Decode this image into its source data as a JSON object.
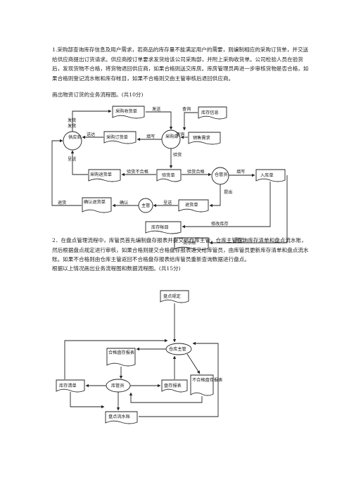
{
  "q1": {
    "text": "1.采购部查询库存信息及用户需求，若商品的库存量不能满足用户的需要，则编制相应的采购订货单，并交送给供应商提出订货请求。供应商按订单要求发货给该公司采购部，并附上采购收货单。公司检验人员在验货后，发现货物不合格，将货物退回供应商，如果合格则送交库房。库房管理员再进一步审核货物是否合格，如果合格则登记流水帐和库存帐目，如果不合格则交由主管审核后退回供应商。",
    "prompt": "画出物资订货的业务流程图。(共10分)"
  },
  "d1": {
    "nodes": {
      "purchase_receipt": "采购收货单",
      "inventory_info": "库存信息",
      "supplier": "供应商",
      "purchase_order": "采购订货单",
      "purchasing_dept": "采购部",
      "sales_demand": "销售需求",
      "return_note": "采购退货单",
      "inspect_note": "验货单",
      "warehouse_keeper": "仓管员",
      "storage_note": "入库单",
      "confirm_return_note": "确认退货单",
      "supervisor": "主管",
      "return_bill": "退货单",
      "stock_ledger": "库存帐目",
      "journal": "流水帐"
    },
    "labels": {
      "ship": "发货",
      "send": "发送",
      "query1": "查询",
      "send2": "送达",
      "fill": "填写",
      "query2": "查询",
      "inspect": "验货",
      "reach": "呈送",
      "fail": "验货不合格",
      "pass": "验货合格",
      "fill2": "填写",
      "submit": "提出",
      "return_goods": "退货",
      "confirm": "确认",
      "reach2": "呈送",
      "modify": "修改库存",
      "register": "登记"
    }
  },
  "q2": {
    "text": "2．在盘点管理流程中，库管员首先编制盘存报表并提交给仓库主管，仓库主管查询库存清单和盘点流水账，然后根据盘点规定进行审核，如果合格则提交合格盘存报表递交给库管员，由库管员更新库存清单和盘点流水账。如果不合格则由仓库主管返回不合格盘存报表给库管员重新查询数据进行盘点。",
    "prompt": "根据以上情况画出业务流程图和数据流程图。(共15分)"
  },
  "d2": {
    "nodes": {
      "rules": "盘点规定",
      "manager": "仓库主管",
      "qualified_report": "合格盘存报表",
      "stock_list": "库存清单",
      "keeper": "库管员",
      "report": "盘存报表",
      "unqualified_report": "不合格盘存报表",
      "journal": "盘点流水账"
    }
  }
}
